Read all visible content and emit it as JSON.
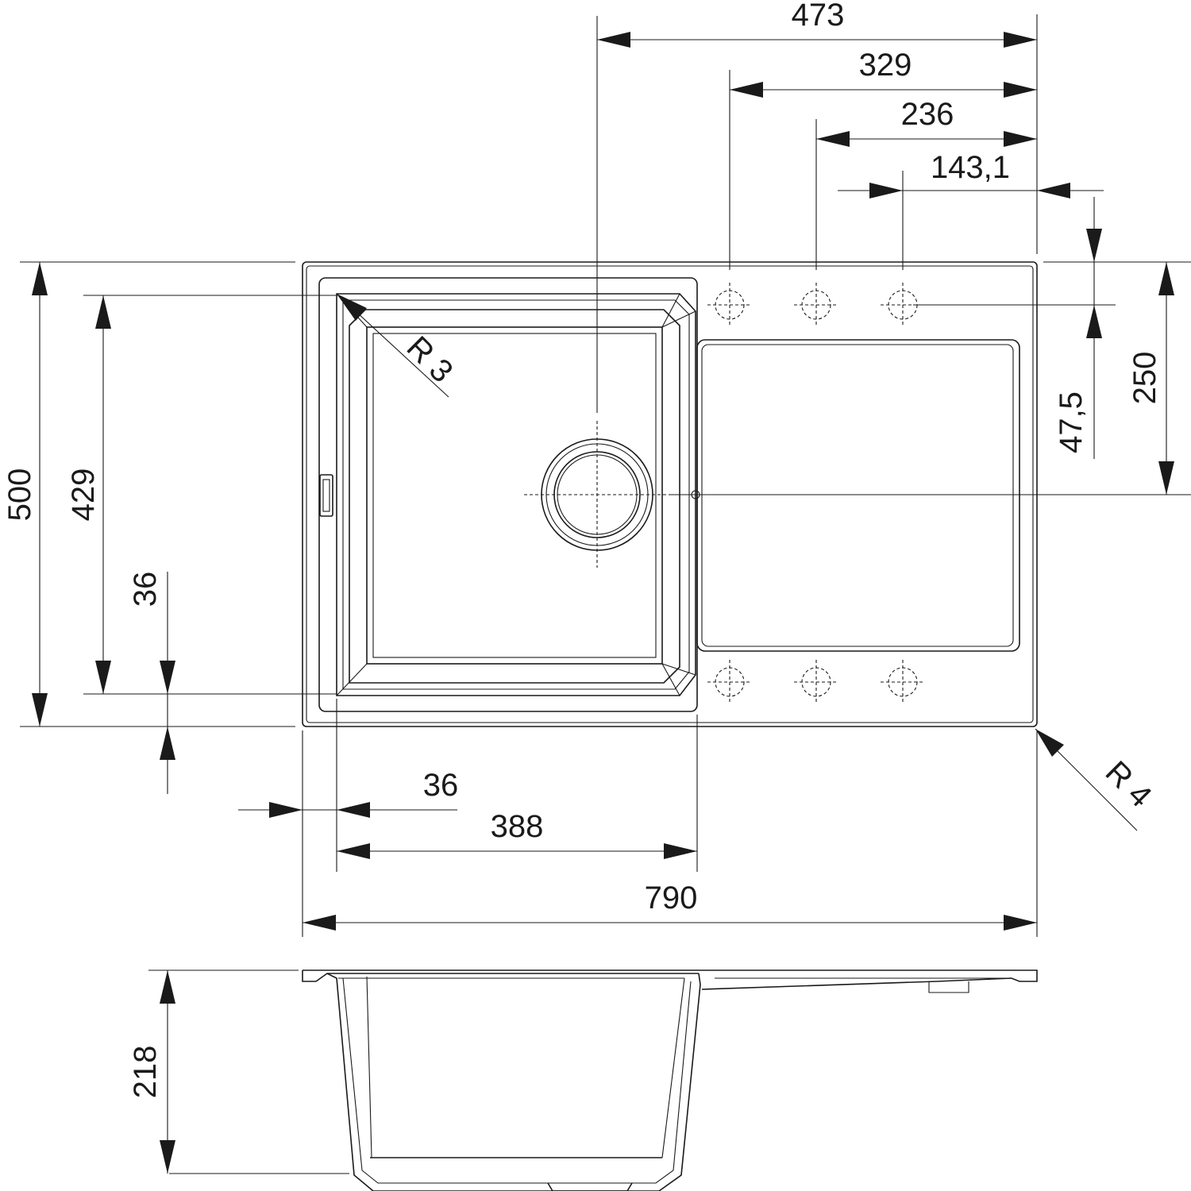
{
  "dimensions": {
    "d473": "473",
    "d329": "329",
    "d236": "236",
    "d143": "143,1",
    "d47": "47,5",
    "d250": "250",
    "d500": "500",
    "d429": "429",
    "d36_vertical": "36",
    "d36_horizontal": "36",
    "d388": "388",
    "d790": "790",
    "d218": "218",
    "r3": "R 3",
    "r4": "R 4"
  },
  "colors": {
    "line": "#1a1a1a",
    "background": "#ffffff"
  },
  "icons": [
    "tap-hole-marker-icon",
    "drain-icon",
    "overflow-slot-icon"
  ]
}
